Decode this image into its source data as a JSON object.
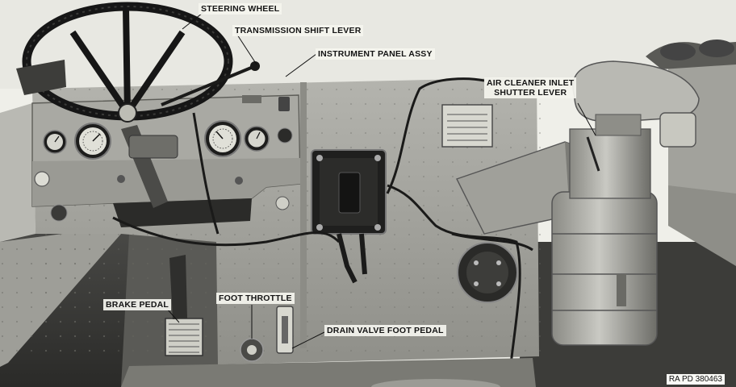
{
  "labels": {
    "steering_wheel": "STEERING WHEEL",
    "transmission_shift_lever": "TRANSMISSION SHIFT LEVER",
    "instrument_panel_assy": "INSTRUMENT PANEL ASSY",
    "air_cleaner_line1": "AIR CLEANER INLET",
    "air_cleaner_line2": "SHUTTER LEVER",
    "brake_pedal": "BRAKE PEDAL",
    "foot_throttle": "FOOT THROTTLE",
    "drain_valve_foot_pedal": "DRAIN VALVE FOOT PEDAL"
  },
  "reference_code": "RA PD 380463",
  "colors": {
    "paper": "#efefe9",
    "panel": "#a8a8a2",
    "shadow": "#3a3a38",
    "ink": "#141414"
  }
}
